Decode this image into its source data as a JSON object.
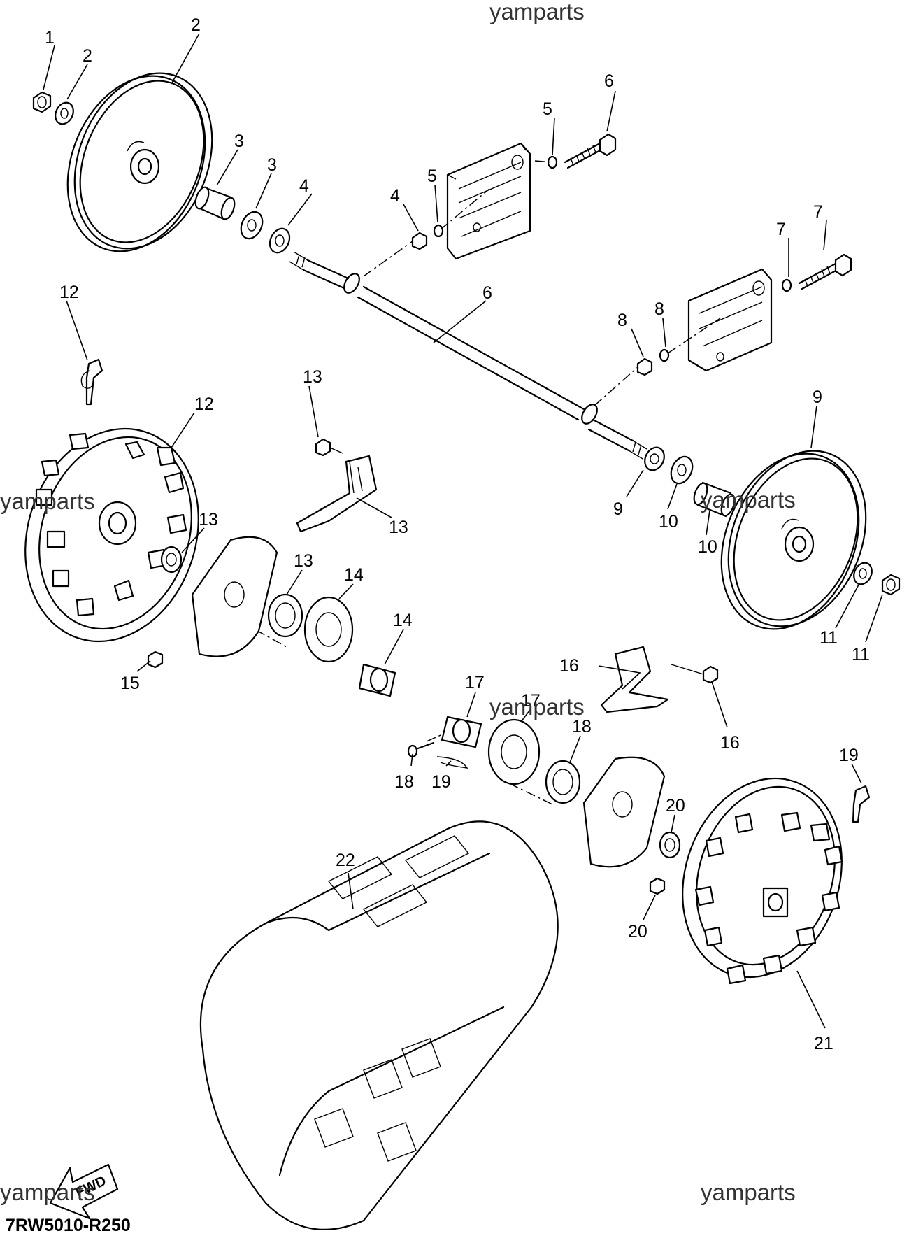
{
  "watermarks": [
    "yamparts",
    "yamparts",
    "yamparts",
    "yamparts",
    "yamparts",
    "yamparts"
  ],
  "diagram_code": "7RW5010-R250",
  "fwd_arrow_label": "FWD",
  "callouts": [
    {
      "id": "c1",
      "label": "1"
    },
    {
      "id": "c2a",
      "label": "2"
    },
    {
      "id": "c2b",
      "label": "2"
    },
    {
      "id": "c3a",
      "label": "3"
    },
    {
      "id": "c3b",
      "label": "3"
    },
    {
      "id": "c4a",
      "label": "4"
    },
    {
      "id": "c4b",
      "label": "4"
    },
    {
      "id": "c5a",
      "label": "5"
    },
    {
      "id": "c5b",
      "label": "5"
    },
    {
      "id": "c6a",
      "label": "6"
    },
    {
      "id": "c6b",
      "label": "6"
    },
    {
      "id": "c7a",
      "label": "7"
    },
    {
      "id": "c7b",
      "label": "7"
    },
    {
      "id": "c8a",
      "label": "8"
    },
    {
      "id": "c8b",
      "label": "8"
    },
    {
      "id": "c9a",
      "label": "9"
    },
    {
      "id": "c9b",
      "label": "9"
    },
    {
      "id": "c10a",
      "label": "10"
    },
    {
      "id": "c10b",
      "label": "10"
    },
    {
      "id": "c11a",
      "label": "11"
    },
    {
      "id": "c11b",
      "label": "11"
    },
    {
      "id": "c12a",
      "label": "12"
    },
    {
      "id": "c12b",
      "label": "12"
    },
    {
      "id": "c13a",
      "label": "13"
    },
    {
      "id": "c13b",
      "label": "13"
    },
    {
      "id": "c13c",
      "label": "13"
    },
    {
      "id": "c13d",
      "label": "13"
    },
    {
      "id": "c14a",
      "label": "14"
    },
    {
      "id": "c14b",
      "label": "14"
    },
    {
      "id": "c15",
      "label": "15"
    },
    {
      "id": "c16a",
      "label": "16"
    },
    {
      "id": "c16b",
      "label": "16"
    },
    {
      "id": "c17a",
      "label": "17"
    },
    {
      "id": "c17b",
      "label": "17"
    },
    {
      "id": "c18a",
      "label": "18"
    },
    {
      "id": "c18b",
      "label": "18"
    },
    {
      "id": "c19a",
      "label": "19"
    },
    {
      "id": "c19b",
      "label": "19"
    },
    {
      "id": "c20a",
      "label": "20"
    },
    {
      "id": "c20b",
      "label": "20"
    },
    {
      "id": "c21",
      "label": "21"
    },
    {
      "id": "c22",
      "label": "22"
    }
  ]
}
